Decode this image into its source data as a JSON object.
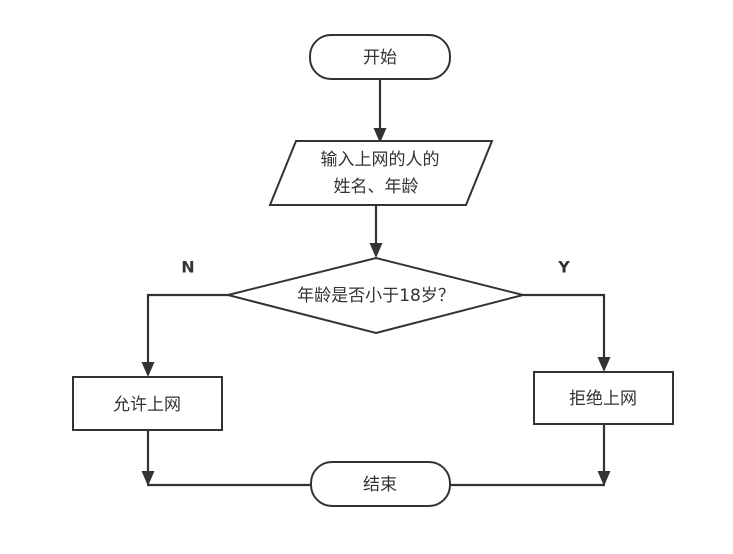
{
  "diagram": {
    "title": "age-check-internet-access-flowchart",
    "background_color": "#ffffff",
    "stroke_color": "#333333",
    "text_color": "#333333",
    "nodes": {
      "start": {
        "label": "开始",
        "shape": "rounded-terminator"
      },
      "input": {
        "label_line1": "输入上网的人的",
        "label_line2": "姓名、年龄",
        "shape": "parallelogram"
      },
      "decision": {
        "label": "年龄是否小于18岁？",
        "shape": "diamond"
      },
      "allow": {
        "label": "允许上网",
        "shape": "rectangle"
      },
      "deny": {
        "label": "拒绝上网",
        "shape": "rectangle"
      },
      "end": {
        "label": "结束",
        "shape": "rounded-terminator"
      }
    },
    "branch_labels": {
      "no": "N",
      "yes": "Y"
    }
  }
}
